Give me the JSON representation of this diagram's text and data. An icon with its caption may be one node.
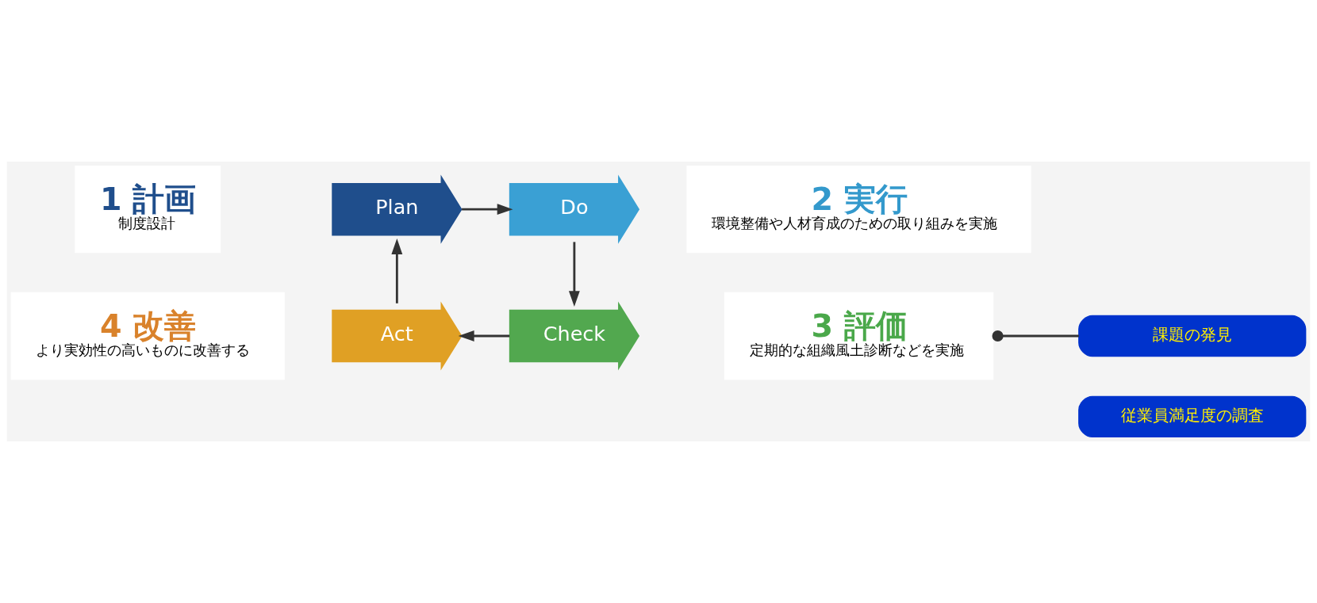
{
  "diagram": {
    "nodes": [
      {
        "text": [
          "1 計画",
          "制度設計"
        ]
      },
      {
        "text": [
          "2 実行",
          "環境整備や人材育成のための取り組みを実施"
        ]
      },
      {
        "text": [
          "3 評価",
          "定期的な組織風土診断などを実施"
        ]
      },
      {
        "text": [
          "4 改善",
          "より実効性の高いものに改善する"
        ]
      },
      {
        "text": [
          "Plan"
        ]
      },
      {
        "text": [
          "Do"
        ]
      },
      {
        "text": [
          "Check"
        ]
      },
      {
        "text": [
          "Act"
        ]
      },
      {
        "text": [
          "課題の発見"
        ]
      },
      {
        "text": [
          "従業員満足度の調査"
        ]
      }
    ],
    "edges": [
      {
        "from": 4,
        "to": 5,
        "arrow": "to"
      },
      {
        "from": 5,
        "to": 6,
        "arrow": "to"
      },
      {
        "from": 6,
        "to": 7,
        "arrow": "to"
      },
      {
        "from": 7,
        "to": 4,
        "arrow": "to"
      },
      {
        "from": 2,
        "to": 8,
        "arrow": "other"
      }
    ]
  }
}
